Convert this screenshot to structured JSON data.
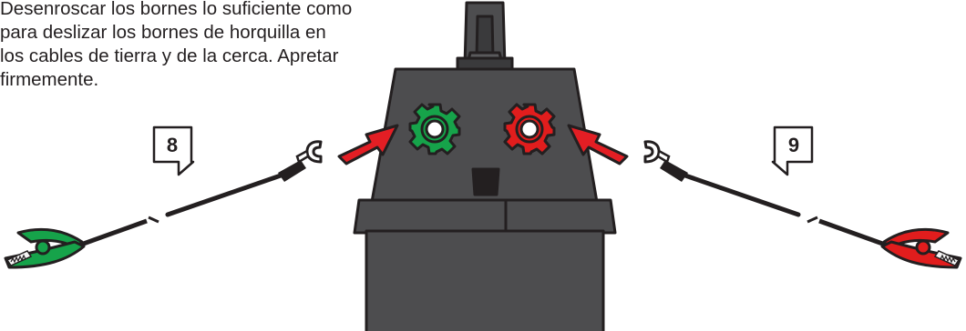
{
  "instruction": {
    "lines": [
      "Desenroscar los bornes lo suficiente como",
      "para deslizar los bornes de horquilla en",
      "los cables de tierra y de la cerca. Apretar",
      "firmemente."
    ]
  },
  "callouts": {
    "left": {
      "number": "8"
    },
    "right": {
      "number": "9"
    }
  },
  "colors": {
    "unit_body": "#4d4d4f",
    "ground_terminal": "#16a34a",
    "fence_terminal": "#e11d1d",
    "arrow": "#e31e24",
    "outline": "#231f20"
  },
  "icons": {
    "ground_clip": "green-alligator-clip-icon",
    "fence_clip": "red-alligator-clip-icon",
    "fork": "fork-terminal-icon"
  }
}
